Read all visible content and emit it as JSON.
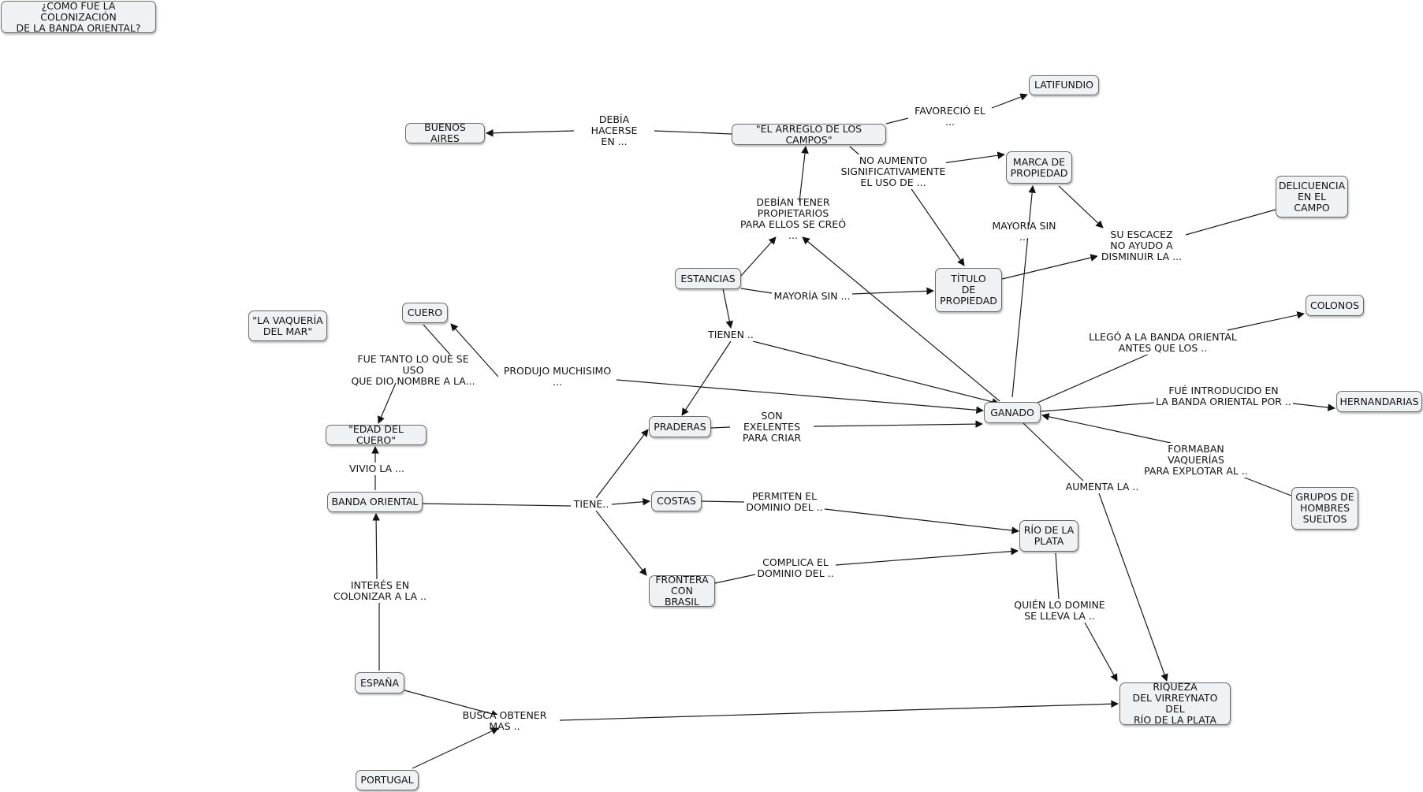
{
  "concepts": {
    "title": "¿COMO FUE LA COLONIZACIÓN\nDE LA BANDA ORIENTAL?",
    "vaqueria_del_mar": "\"LA VAQUERÍA\nDEL MAR\"",
    "cuero": "CUERO",
    "edad_del_cuero": "\"EDAD DEL CUERO\"",
    "banda_oriental": "BANDA ORIENTAL",
    "espana": "ESPAÑA",
    "portugal": "PORTUGAL",
    "buenos_aires": "BUENOS AIRES",
    "arreglo_campos": "\"EL ARREGLO DE LOS CAMPOS\"",
    "latifundio": "LATIFUNDIO",
    "marca_propiedad": "MARCA DE\nPROPIEDAD",
    "delincuencia": "DELICUENCIA\nEN EL\nCAMPO",
    "estancias": "ESTANCIAS",
    "titulo_propiedad": "TÍTULO\nDE\nPROPIEDAD",
    "colonos": "COLONOS",
    "ganado": "GANADO",
    "hernandarias": "HERNANDARIAS",
    "praderas": "PRADERAS",
    "costas": "COSTAS",
    "frontera": "FRONTERA\nCON BRASIL",
    "rio_plata": "RÍO DE LA\nPLATA",
    "grupos_hombres": "GRUPOS DE\nHOMBRES\nSUELTOS",
    "riqueza": "RIQUEZA\nDEL VIRREYNATO DEL\nRÍO DE LA PLATA"
  },
  "links": {
    "debia_hacerse": "DEBÍA HACERSE\nEN ...",
    "favorecio": "FAVORECIÓ EL ...",
    "no_aumento": "NO AUMENTO\nSIGNIFICATIVAMENTE\nEL USO DE ...",
    "debian_tener": "DEBÍAN TENER\nPROPIETARIOS\nPARA ELLOS SE CREÓ ...",
    "mayoria_sin_top": "MAYORIA SIN ...",
    "su_escacez": "SU ESCACEZ\nNO AYUDO A\nDISMINUIR LA ...",
    "mayoria_sin_mid": "MAYORÍA SIN ...",
    "tienen": "TIENEN ..",
    "llego": "LLEGÓ A LA BANDA ORIENTAL\nANTES QUE LOS ..",
    "fue_tanto": "FUE TANTO LO QUE SE USO\nQUE DIO NOMBRE A LA...",
    "produjo": "PRODUJO MUCHISIMO ...",
    "fue_introducido": "FUÉ INTRODUCIDO EN\nLA BANDA ORIENTAL POR ..",
    "son_exelentes": "SON EXELENTES\nPARA CRIAR",
    "formaban": "FORMABAN\nVAQUERÍAS\nPARA EXPLOTAR AL ..",
    "vivio": "VIVIO LA ...",
    "tiene": "TIENE..",
    "aumenta": "AUMENTA LA ..",
    "permiten": "PERMITEN EL\nDOMINIO DEL ..",
    "complica": "COMPLICA EL\nDOMINIO DEL ..",
    "interes": "INTERÉS EN\nCOLONIZAR A LA ..",
    "quien": "QUIÉN LO DOMINE\nSE LLEVA LA ..",
    "busca": "BUSCA OBTENER MAS .."
  },
  "colors": {
    "node_fill": "#eef2f4",
    "node_border": "#6b6b6b",
    "edge": "#1a1a1a"
  }
}
